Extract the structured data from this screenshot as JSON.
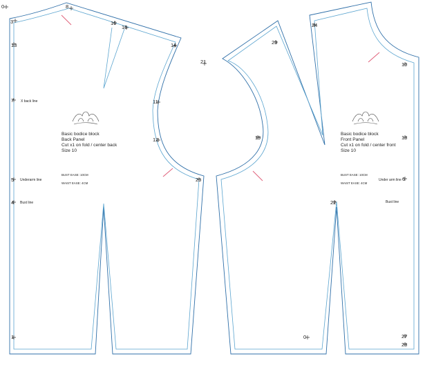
{
  "back_panel": {
    "points": [
      "0",
      "3",
      "8",
      "13",
      "16",
      "15",
      "14",
      "7",
      "11",
      "12",
      "25",
      "5",
      "4",
      "1"
    ],
    "line_labels": [
      "X back line",
      "Underarm line",
      "Bust line"
    ],
    "info_lines": [
      "Basic bodice block",
      "Back Panel",
      "Cut x1 on fold / center back",
      "Size 10"
    ],
    "ease": [
      "BUST EASE: 10CM",
      "WAIST EASE: 4CM"
    ]
  },
  "front_panel": {
    "points": [
      "24",
      "23",
      "21",
      "10",
      "19",
      "18",
      "6",
      "22",
      "0",
      "27",
      "28"
    ],
    "line_labels": [
      "Under arm line",
      "Bust line"
    ],
    "info_lines": [
      "Basic bodice block",
      "Front Panel",
      "Cut x1 on fold / center front",
      "Size 10"
    ],
    "ease": [
      "BUST EASE: 10CM",
      "WAIST EASE: 4CM"
    ]
  },
  "colors": {
    "cut_line": "#2f6fa8",
    "seam_line": "#5aa4cf",
    "notch": "#e0607a"
  }
}
